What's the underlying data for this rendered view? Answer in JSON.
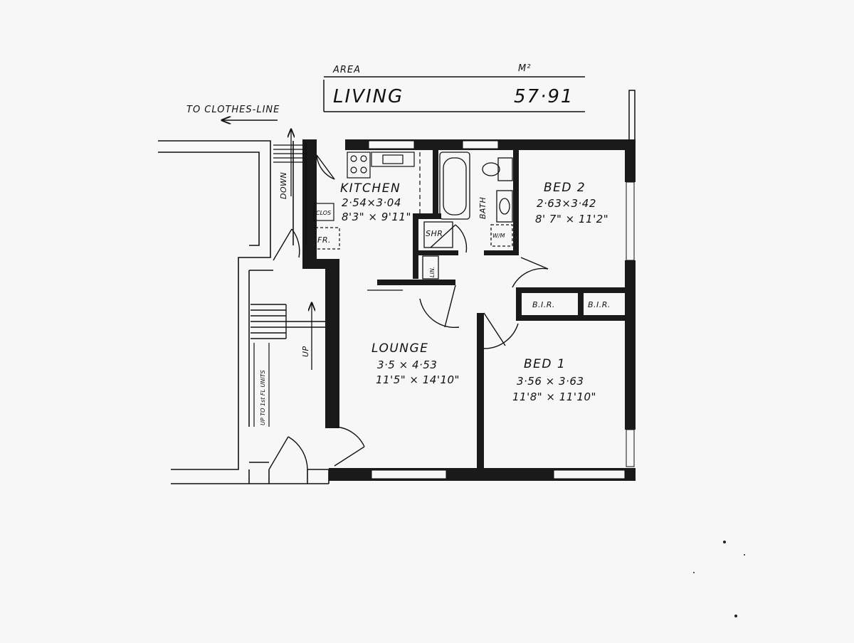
{
  "area_table": {
    "area_header": "AREA",
    "unit_header": "M²",
    "room_type": "LIVING",
    "area_value": "57·91"
  },
  "annotations": {
    "clothes_line": "TO CLOTHES-LINE",
    "down": "DOWN",
    "up": "UP",
    "up_to_units": "UP TO 1st FL UNITS"
  },
  "rooms": {
    "kitchen": {
      "name": "KITCHEN",
      "metric": "2·54×3·04",
      "imperial": "8'3\" × 9'11\""
    },
    "bed2": {
      "name": "BED 2",
      "metric": "2·63×3·42",
      "imperial": "8' 7\" × 11'2\""
    },
    "lounge": {
      "name": "LOUNGE",
      "metric": "3·5 × 4·53",
      "imperial": "11'5\" × 14'10\""
    },
    "bed1": {
      "name": "BED 1",
      "metric": "3·56 × 3·63",
      "imperial": "11'8\" × 11'10\""
    }
  },
  "fixtures": {
    "bath": "BATH",
    "shower": "SHR",
    "linen": "LIN.",
    "washing_machine": "W/M",
    "closet": "CLOS",
    "fridge": "FR.",
    "bir_left": "B.I.R.",
    "bir_right": "B.I.R."
  }
}
